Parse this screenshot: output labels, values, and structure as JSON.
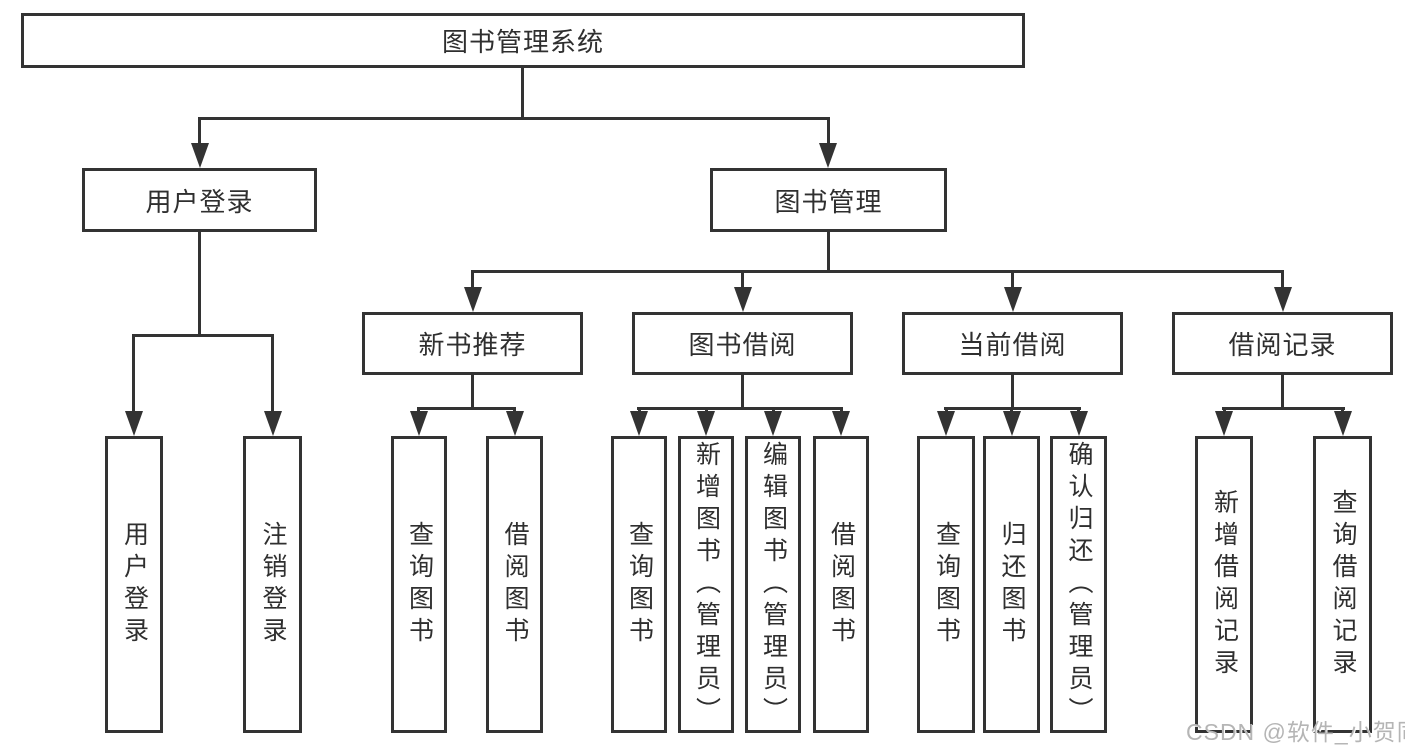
{
  "colors": {
    "line": "#333333",
    "text": "#2f2f2f",
    "background": "#ffffff",
    "watermark": "#b5b5b5"
  },
  "tree": {
    "root": {
      "label": "图书管理系统",
      "children": [
        {
          "label": "用户登录",
          "children": [
            {
              "label": "用户登录"
            },
            {
              "label": "注销登录"
            }
          ]
        },
        {
          "label": "图书管理",
          "children": [
            {
              "label": "新书推荐",
              "children": [
                {
                  "label": "查询图书"
                },
                {
                  "label": "借阅图书"
                }
              ]
            },
            {
              "label": "图书借阅",
              "children": [
                {
                  "label": "查询图书"
                },
                {
                  "label": "新增图书（管理员）"
                },
                {
                  "label": "编辑图书（管理员）"
                },
                {
                  "label": "借阅图书"
                }
              ]
            },
            {
              "label": "当前借阅",
              "children": [
                {
                  "label": "查询图书"
                },
                {
                  "label": "归还图书"
                },
                {
                  "label": "确认归还（管理员）"
                }
              ]
            },
            {
              "label": "借阅记录",
              "children": [
                {
                  "label": "新增借阅记录"
                },
                {
                  "label": "查询借阅记录"
                }
              ]
            }
          ]
        }
      ]
    }
  },
  "watermark": {
    "text": "CSDN @软件_小贺同学"
  }
}
